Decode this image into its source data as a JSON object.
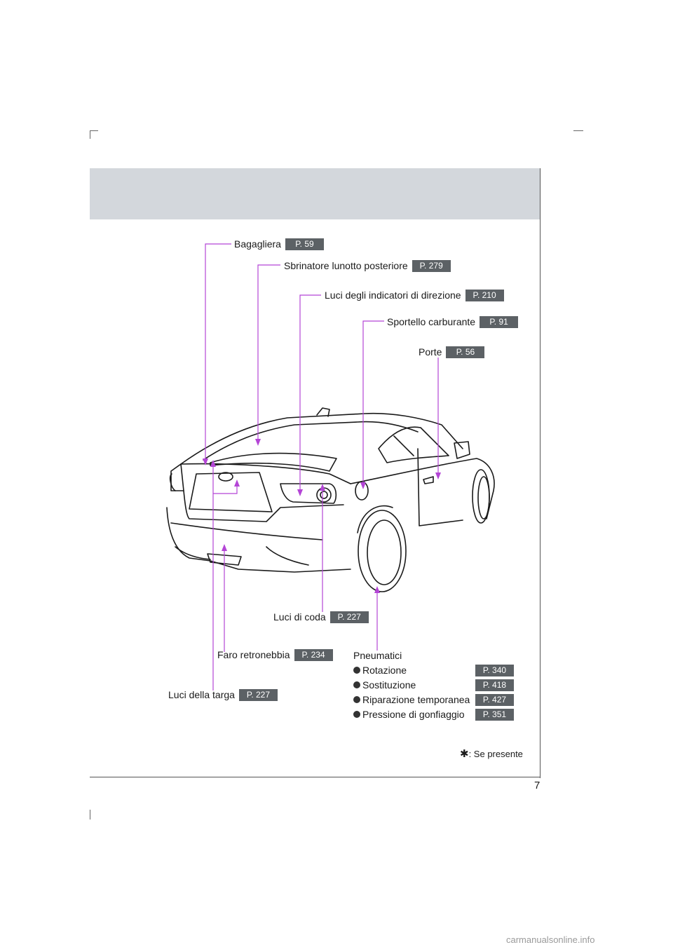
{
  "callouts": {
    "trunk": {
      "label": "Bagagliera",
      "page": "P. 59"
    },
    "defroster": {
      "label": "Sbrinatore lunotto posteriore",
      "page": "P. 279"
    },
    "turn_signals": {
      "label": "Luci degli indicatori di direzione",
      "page": "P. 210"
    },
    "fuel_door": {
      "label": "Sportello carburante",
      "page": "P. 91"
    },
    "doors": {
      "label": "Porte",
      "page": "P. 56"
    },
    "tail_lights": {
      "label": "Luci di coda",
      "page": "P. 227"
    },
    "rear_fog": {
      "label": "Faro retronebbia",
      "page": "P. 234"
    },
    "plate_lights": {
      "label": "Luci della targa",
      "page": "P. 227"
    }
  },
  "tires": {
    "title": "Pneumatici",
    "items": [
      {
        "label": "Rotazione",
        "page": "P. 340"
      },
      {
        "label": "Sostituzione",
        "page": "P. 418"
      },
      {
        "label": "Riparazione temporanea",
        "page": "P. 427"
      },
      {
        "label": "Pressione di gonfiaggio",
        "page": "P. 351"
      }
    ]
  },
  "footnote": {
    "symbol": "✱",
    "text": ": Se presente"
  },
  "page_number": "7",
  "watermark": "carmanualsonline.info",
  "colors": {
    "leader": "#b445d6",
    "badge": "#5c6165",
    "header_band": "#d3d7dc"
  }
}
